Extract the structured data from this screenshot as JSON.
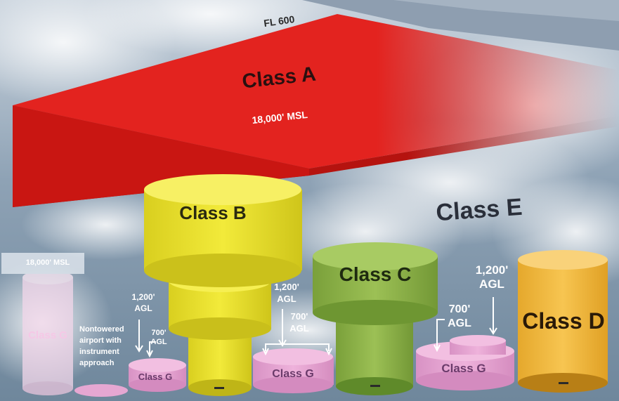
{
  "labels": {
    "fl600": "FL 600",
    "class_a": "Class A",
    "msl_18000": "18,000' MSL",
    "class_b": "Class B",
    "class_c": "Class C",
    "class_d": "Class D",
    "class_e": "Class E",
    "class_g_1": "Class G",
    "class_g_2": "Class G",
    "class_g_3": "Class G",
    "class_g_left": "Class G",
    "msl_left": "18,000' MSL",
    "agl_1200_a": "1,200'",
    "agl_1200_a2": "AGL",
    "agl_700_a": "700'",
    "agl_700_a2": "AGL",
    "agl_1200_b": "1,200'",
    "agl_1200_b2": "AGL",
    "agl_700_b": "700'",
    "agl_700_b2": "AGL",
    "agl_1200_c": "1,200'",
    "agl_1200_c2": "AGL",
    "agl_700_c": "700'",
    "agl_700_c2": "AGL",
    "nontowered_1": "Nontowered",
    "nontowered_2": "airport with",
    "nontowered_3": "instrument",
    "nontowered_4": "approach"
  },
  "colors": {
    "class_a": "#e0201e",
    "class_b": "#ece22a",
    "class_c": "#8fb34a",
    "class_d": "#f2b83a",
    "class_g": "#e3a2cf",
    "sky": "#7d93a8"
  }
}
